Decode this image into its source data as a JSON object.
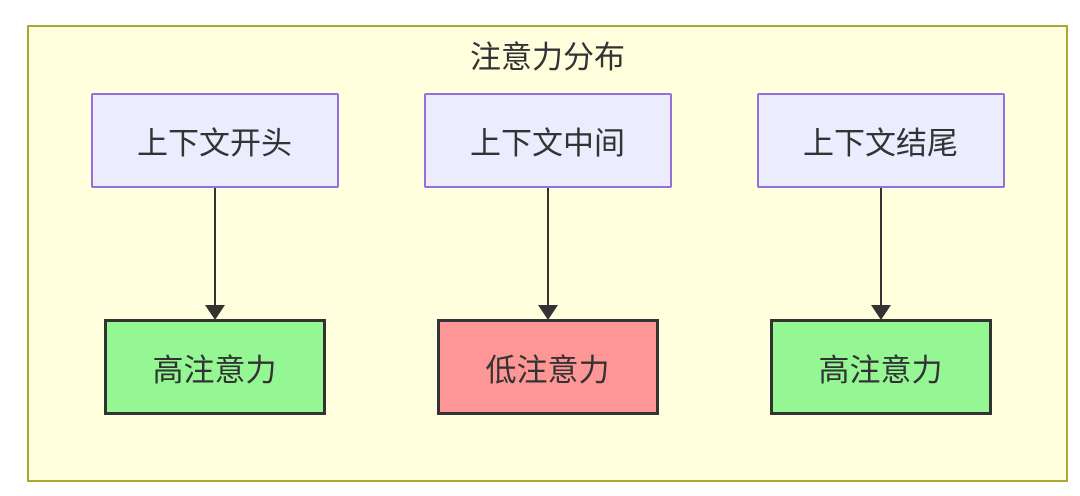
{
  "diagram": {
    "title": "注意力分布",
    "columns": [
      {
        "source": {
          "label": "上下文开头"
        },
        "target": {
          "label": "高注意力",
          "level": "high"
        }
      },
      {
        "source": {
          "label": "上下文中间"
        },
        "target": {
          "label": "低注意力",
          "level": "low"
        }
      },
      {
        "source": {
          "label": "上下文结尾"
        },
        "target": {
          "label": "高注意力",
          "level": "high"
        }
      }
    ],
    "colors": {
      "page_bg": "#ffffff",
      "canvas_fill": "#ffffde",
      "canvas_border": "#aaaa33",
      "source_fill": "#ececff",
      "source_border": "#9370db",
      "target_high_fill": "#94f794",
      "target_low_fill": "#ff9696",
      "target_border": "#333333",
      "edge_color": "#333333",
      "text_color": "#333333"
    }
  }
}
